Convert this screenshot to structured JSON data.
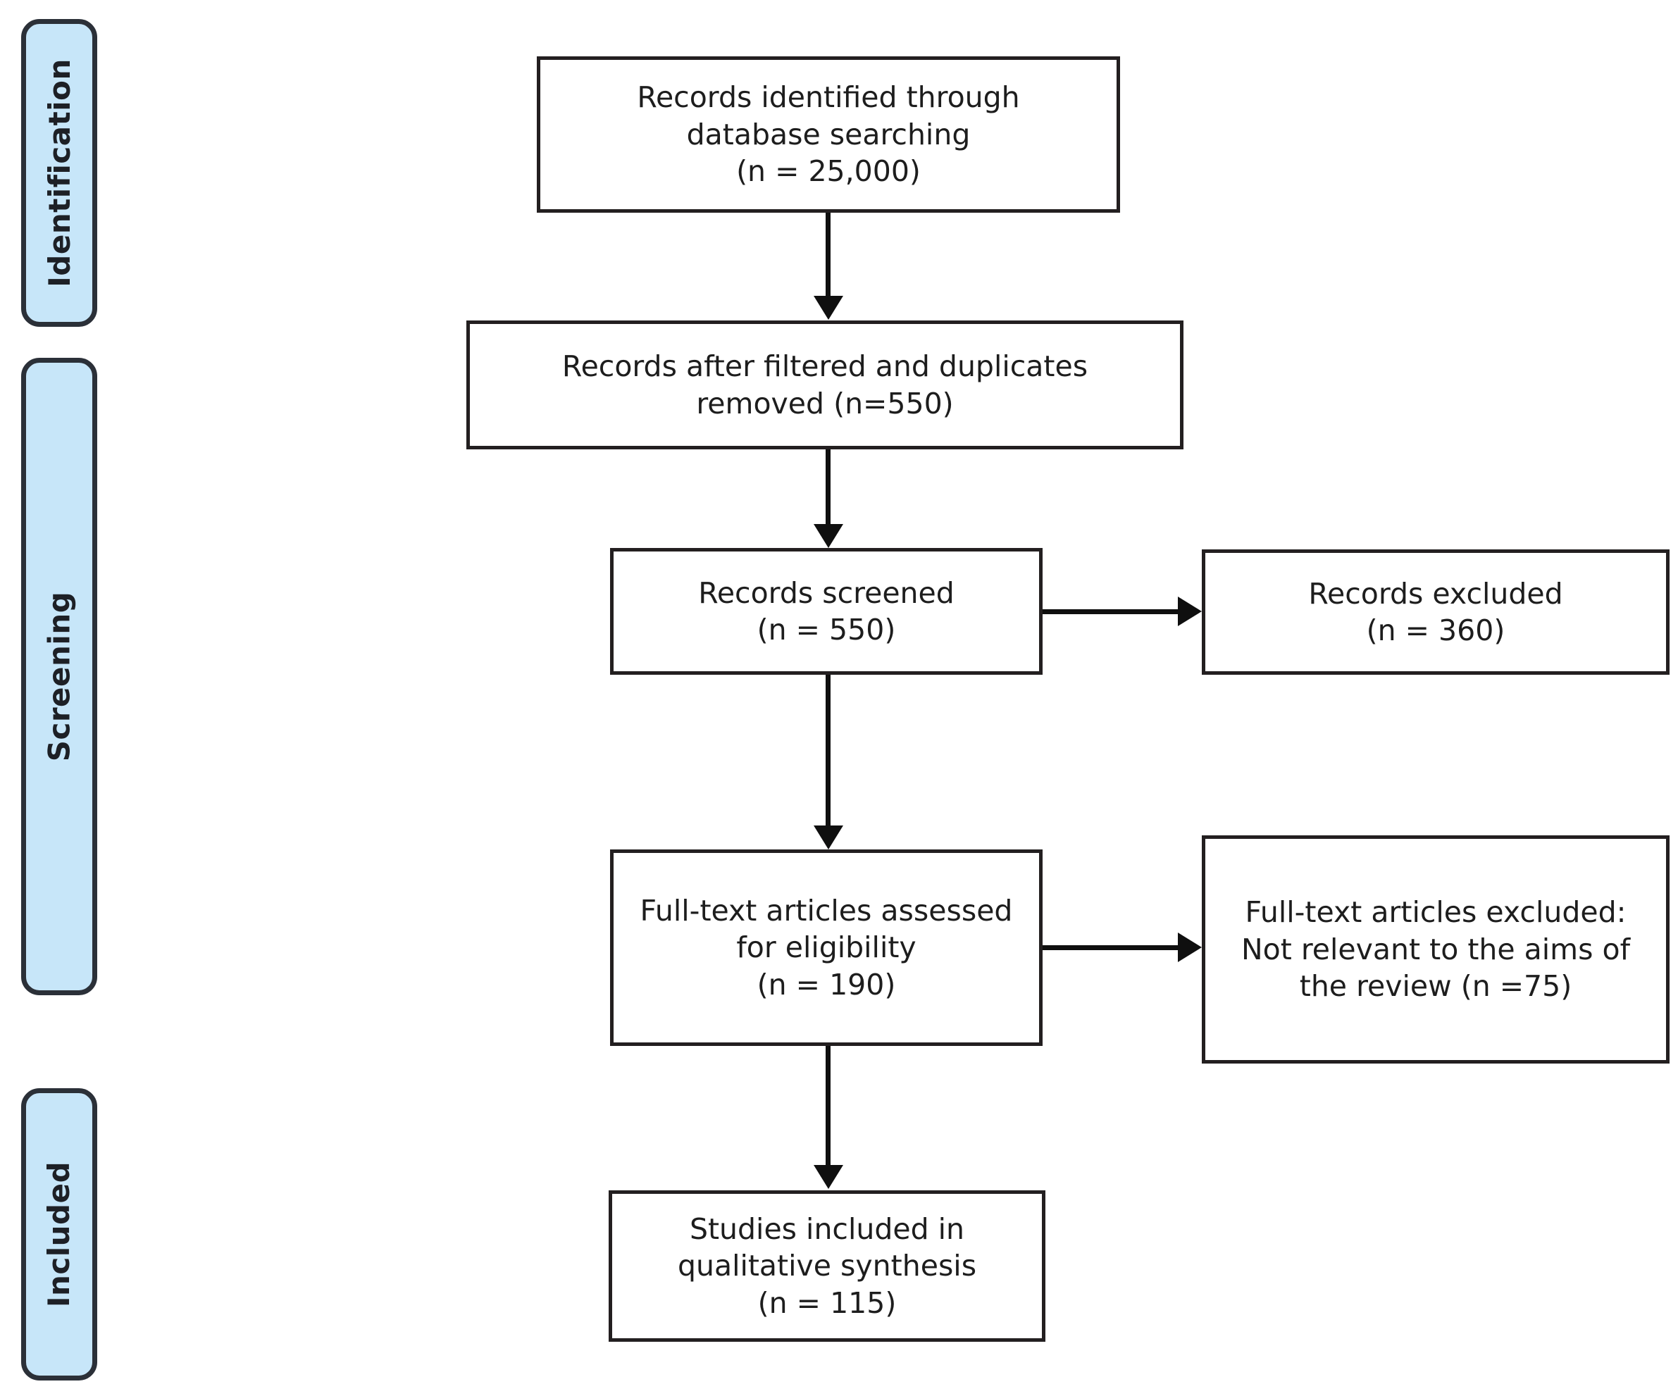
{
  "diagram": {
    "type": "prisma-flow-diagram",
    "stages": [
      {
        "id": "identification",
        "label": "Identification"
      },
      {
        "id": "screening",
        "label": "Screening"
      },
      {
        "id": "included",
        "label": "Included"
      }
    ],
    "boxes": [
      {
        "id": "records-identified",
        "text": "Records identified through\ndatabase searching\n(n = 25,000)",
        "n": 25000
      },
      {
        "id": "records-after-duplicates",
        "text": "Records after filtered and duplicates\nremoved (n=550)",
        "n": 550
      },
      {
        "id": "records-screened",
        "text": "Records screened\n(n = 550)",
        "n": 550
      },
      {
        "id": "records-excluded",
        "text": "Records excluded\n(n = 360)",
        "n": 360
      },
      {
        "id": "fulltext-assessed",
        "text": "Full-text articles assessed\nfor eligibility\n(n = 190)",
        "n": 190
      },
      {
        "id": "fulltext-excluded",
        "text": "Full-text articles excluded:\nNot relevant to the aims of\nthe review (n =75)",
        "n": 75
      },
      {
        "id": "studies-included",
        "text": "Studies included in\nqualitative synthesis\n(n = 115)",
        "n": 115
      }
    ],
    "colors": {
      "stage_tab_fill": "#c7e6f9",
      "stage_tab_border": "#2b3038",
      "box_border": "#231f20",
      "box_fill": "#ffffff",
      "connector": "#0f0f0f",
      "text": "#1d1d1d",
      "background": "#ffffff"
    }
  }
}
